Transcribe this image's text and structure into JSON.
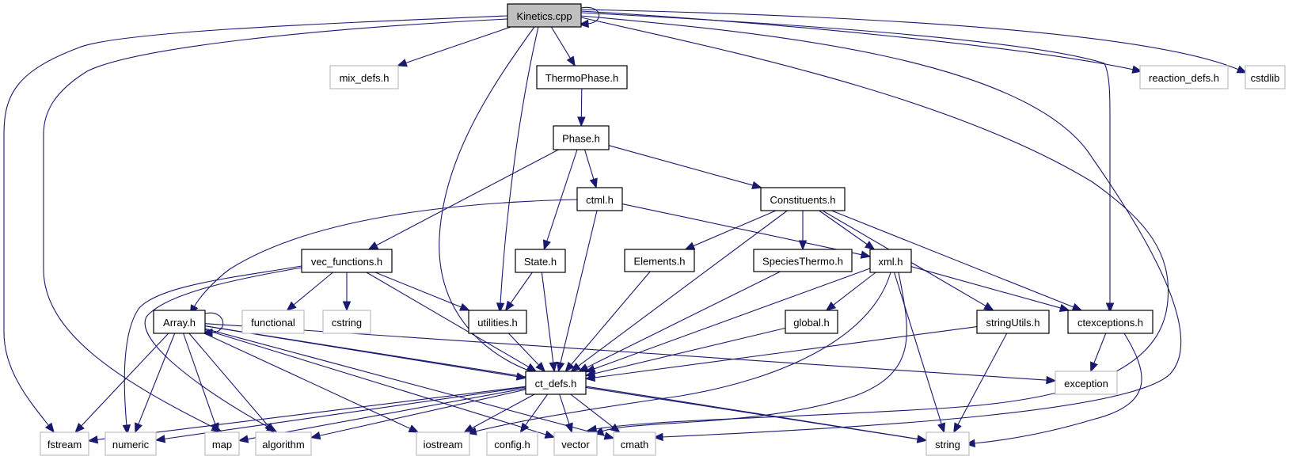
{
  "diagram": {
    "title": "Include dependency graph for Kinetics.cpp",
    "colors": {
      "edge": "#191970",
      "root_fill": "#bfbfbf",
      "local_border": "#000000",
      "system_border": "#bfbfbf"
    },
    "nodes": [
      {
        "id": "kinetics_cpp",
        "label": "Kinetics.cpp",
        "kind": "root"
      },
      {
        "id": "mix_defs_h",
        "label": "mix_defs.h",
        "kind": "system"
      },
      {
        "id": "thermophase_h",
        "label": "ThermoPhase.h",
        "kind": "local"
      },
      {
        "id": "reaction_defs_h",
        "label": "reaction_defs.h",
        "kind": "system"
      },
      {
        "id": "cstdlib",
        "label": "cstdlib",
        "kind": "system"
      },
      {
        "id": "phase_h",
        "label": "Phase.h",
        "kind": "local"
      },
      {
        "id": "ctml_h",
        "label": "ctml.h",
        "kind": "local"
      },
      {
        "id": "constituents_h",
        "label": "Constituents.h",
        "kind": "local"
      },
      {
        "id": "vec_functions_h",
        "label": "vec_functions.h",
        "kind": "local"
      },
      {
        "id": "state_h",
        "label": "State.h",
        "kind": "local"
      },
      {
        "id": "elements_h",
        "label": "Elements.h",
        "kind": "local"
      },
      {
        "id": "speciesthermo_h",
        "label": "SpeciesThermo.h",
        "kind": "local"
      },
      {
        "id": "xml_h",
        "label": "xml.h",
        "kind": "local"
      },
      {
        "id": "array_h",
        "label": "Array.h",
        "kind": "local"
      },
      {
        "id": "functional",
        "label": "functional",
        "kind": "system"
      },
      {
        "id": "cstring",
        "label": "cstring",
        "kind": "system"
      },
      {
        "id": "utilities_h",
        "label": "utilities.h",
        "kind": "local"
      },
      {
        "id": "global_h",
        "label": "global.h",
        "kind": "local"
      },
      {
        "id": "stringutils_h",
        "label": "stringUtils.h",
        "kind": "local"
      },
      {
        "id": "ctexceptions_h",
        "label": "ctexceptions.h",
        "kind": "local"
      },
      {
        "id": "ct_defs_h",
        "label": "ct_defs.h",
        "kind": "local"
      },
      {
        "id": "exception",
        "label": "exception",
        "kind": "system"
      },
      {
        "id": "fstream",
        "label": "fstream",
        "kind": "system"
      },
      {
        "id": "numeric",
        "label": "numeric",
        "kind": "system"
      },
      {
        "id": "map",
        "label": "map",
        "kind": "system"
      },
      {
        "id": "algorithm",
        "label": "algorithm",
        "kind": "system"
      },
      {
        "id": "iostream",
        "label": "iostream",
        "kind": "system"
      },
      {
        "id": "config_h",
        "label": "config.h",
        "kind": "system"
      },
      {
        "id": "vector",
        "label": "vector",
        "kind": "system"
      },
      {
        "id": "cmath",
        "label": "cmath",
        "kind": "system"
      },
      {
        "id": "string",
        "label": "string",
        "kind": "system"
      }
    ],
    "edges": [
      [
        "kinetics_cpp",
        "kinetics_cpp"
      ],
      [
        "kinetics_cpp",
        "mix_defs_h"
      ],
      [
        "kinetics_cpp",
        "thermophase_h"
      ],
      [
        "kinetics_cpp",
        "reaction_defs_h"
      ],
      [
        "kinetics_cpp",
        "cstdlib"
      ],
      [
        "kinetics_cpp",
        "ctexceptions_h"
      ],
      [
        "kinetics_cpp",
        "utilities_h"
      ],
      [
        "kinetics_cpp",
        "ct_defs_h"
      ],
      [
        "kinetics_cpp",
        "fstream"
      ],
      [
        "kinetics_cpp",
        "map"
      ],
      [
        "kinetics_cpp",
        "vector"
      ],
      [
        "kinetics_cpp",
        "cmath"
      ],
      [
        "thermophase_h",
        "phase_h"
      ],
      [
        "phase_h",
        "ctml_h"
      ],
      [
        "phase_h",
        "constituents_h"
      ],
      [
        "phase_h",
        "vec_functions_h"
      ],
      [
        "phase_h",
        "state_h"
      ],
      [
        "ctml_h",
        "xml_h"
      ],
      [
        "ctml_h",
        "array_h"
      ],
      [
        "ctml_h",
        "ct_defs_h"
      ],
      [
        "constituents_h",
        "elements_h"
      ],
      [
        "constituents_h",
        "speciesthermo_h"
      ],
      [
        "constituents_h",
        "xml_h"
      ],
      [
        "constituents_h",
        "ct_defs_h"
      ],
      [
        "constituents_h",
        "stringutils_h"
      ],
      [
        "constituents_h",
        "ctexceptions_h"
      ],
      [
        "vec_functions_h",
        "functional"
      ],
      [
        "vec_functions_h",
        "cstring"
      ],
      [
        "vec_functions_h",
        "utilities_h"
      ],
      [
        "vec_functions_h",
        "ct_defs_h"
      ],
      [
        "vec_functions_h",
        "numeric"
      ],
      [
        "vec_functions_h",
        "algorithm"
      ],
      [
        "state_h",
        "utilities_h"
      ],
      [
        "state_h",
        "ct_defs_h"
      ],
      [
        "elements_h",
        "ct_defs_h"
      ],
      [
        "speciesthermo_h",
        "ct_defs_h"
      ],
      [
        "xml_h",
        "global_h"
      ],
      [
        "xml_h",
        "ctexceptions_h"
      ],
      [
        "xml_h",
        "ct_defs_h"
      ],
      [
        "xml_h",
        "string"
      ],
      [
        "xml_h",
        "iostream"
      ],
      [
        "xml_h",
        "vector"
      ],
      [
        "array_h",
        "array_h"
      ],
      [
        "array_h",
        "ct_defs_h"
      ],
      [
        "array_h",
        "fstream"
      ],
      [
        "array_h",
        "numeric"
      ],
      [
        "array_h",
        "map"
      ],
      [
        "array_h",
        "algorithm"
      ],
      [
        "array_h",
        "iostream"
      ],
      [
        "array_h",
        "vector"
      ],
      [
        "array_h",
        "cmath"
      ],
      [
        "array_h",
        "string"
      ],
      [
        "array_h",
        "exception"
      ],
      [
        "utilities_h",
        "ct_defs_h"
      ],
      [
        "global_h",
        "ct_defs_h"
      ],
      [
        "stringutils_h",
        "ct_defs_h"
      ],
      [
        "stringutils_h",
        "string"
      ],
      [
        "ctexceptions_h",
        "exception"
      ],
      [
        "ctexceptions_h",
        "string"
      ],
      [
        "ct_defs_h",
        "fstream"
      ],
      [
        "ct_defs_h",
        "numeric"
      ],
      [
        "ct_defs_h",
        "map"
      ],
      [
        "ct_defs_h",
        "algorithm"
      ],
      [
        "ct_defs_h",
        "iostream"
      ],
      [
        "ct_defs_h",
        "config_h"
      ],
      [
        "ct_defs_h",
        "vector"
      ],
      [
        "ct_defs_h",
        "cmath"
      ],
      [
        "ct_defs_h",
        "string"
      ]
    ]
  }
}
